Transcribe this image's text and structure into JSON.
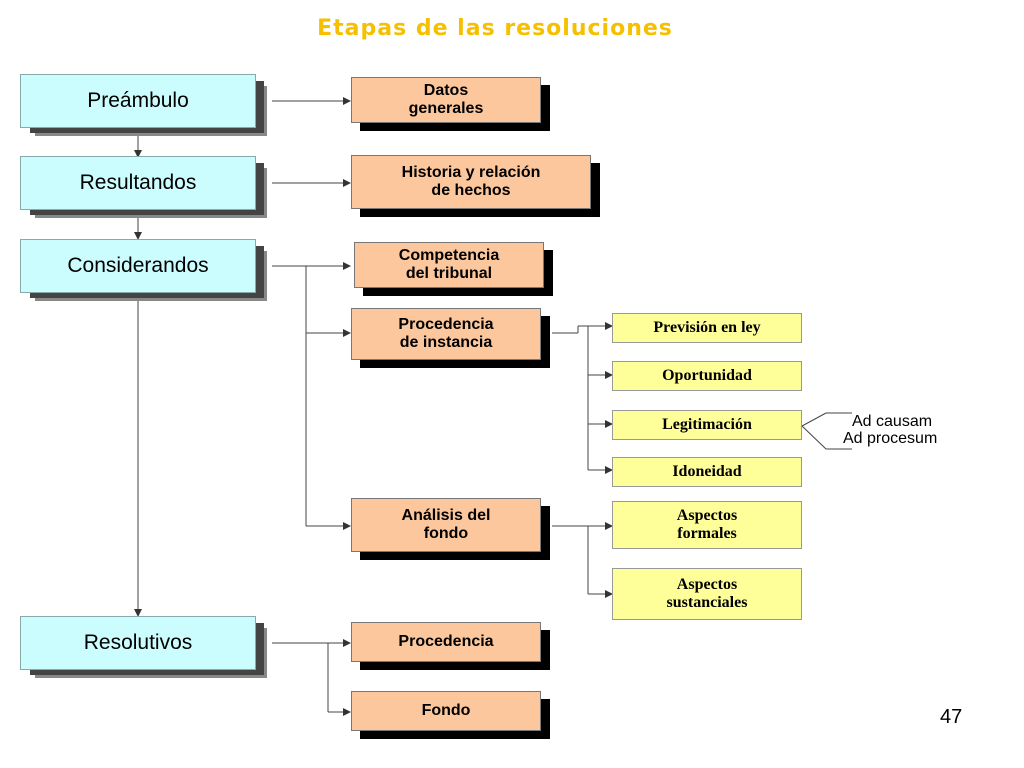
{
  "title": "Etapas de las resoluciones",
  "stages": {
    "preambulo": "Preámbulo",
    "resultandos": "Resultandos",
    "considerandos": "Considerandos",
    "resolutivos": "Resolutivos"
  },
  "details": {
    "datos_generales": [
      "Datos",
      "generales"
    ],
    "historia": [
      "Historia y relación",
      "de hechos"
    ],
    "competencia": [
      "Competencia",
      "del tribunal"
    ],
    "procedencia_instancia": [
      "Procedencia",
      "de instancia"
    ],
    "analisis": [
      "Análisis del",
      "fondo"
    ],
    "procedencia": "Procedencia",
    "fondo": "Fondo"
  },
  "requirements": {
    "prevision": "Previsión en ley",
    "oportunidad": "Oportunidad",
    "legitimacion": "Legitimación",
    "idoneidad": "Idoneidad",
    "aspectos_formales": [
      "Aspectos",
      "formales"
    ],
    "aspectos_sustanciales": [
      "Aspectos",
      "sustanciales"
    ]
  },
  "legitimacion_types": [
    "Ad causam",
    "Ad procesum"
  ],
  "page_number": "47",
  "colors": {
    "title": "#f6c000",
    "stage_fill": "#ccfdfe",
    "detail_fill": "#fcc79c",
    "requirement_fill": "#ffff99"
  }
}
